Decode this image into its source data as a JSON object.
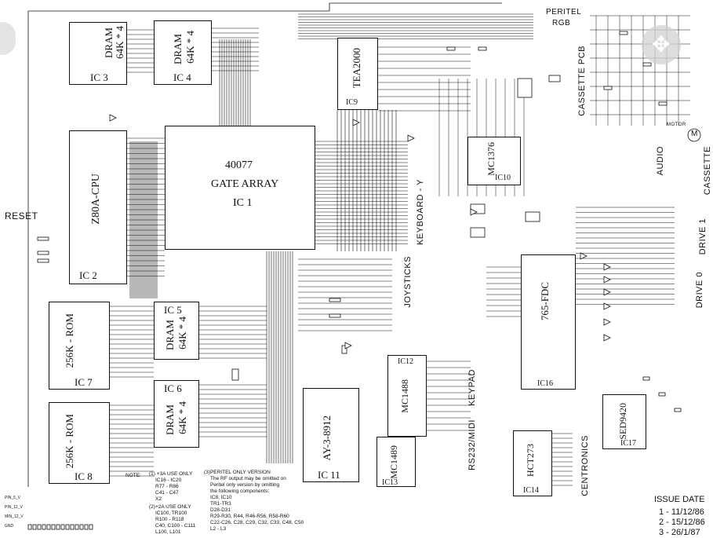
{
  "chips": [
    {
      "id": "ic3",
      "lines": [
        "DRAM",
        "64K * 4"
      ],
      "ref": "IC 3"
    },
    {
      "id": "ic4",
      "lines": [
        "DRAM",
        "64K * 4"
      ],
      "ref": "IC 4"
    },
    {
      "id": "ic2",
      "lines": [
        "Z80A-CPU"
      ],
      "ref": "IC 2"
    },
    {
      "id": "ic1",
      "lines": [
        "40077",
        "GATE ARRAY"
      ],
      "ref": "IC 1"
    },
    {
      "id": "ic9",
      "lines": [
        "TEA2000"
      ],
      "ref": "IC9"
    },
    {
      "id": "ic10",
      "lines": [
        "MC1376"
      ],
      "ref": "IC10"
    },
    {
      "id": "ic7",
      "lines": [
        "256K - ROM"
      ],
      "ref": "IC 7"
    },
    {
      "id": "ic5",
      "lines": [
        "DRAM",
        "64K * 4"
      ],
      "ref": "IC 5"
    },
    {
      "id": "ic6",
      "lines": [
        "DRAM",
        "64K * 4"
      ],
      "ref": "IC 6"
    },
    {
      "id": "ic8",
      "lines": [
        "256K - ROM"
      ],
      "ref": "IC 8"
    },
    {
      "id": "ic11",
      "lines": [
        "AY-3-8912"
      ],
      "ref": "IC 11"
    },
    {
      "id": "ic12",
      "lines": [
        "MC1488"
      ],
      "ref": "IC12"
    },
    {
      "id": "ic13",
      "lines": [
        "MC1489"
      ],
      "ref": "IC13"
    },
    {
      "id": "ic14",
      "lines": [
        "HCT273"
      ],
      "ref": "IC14"
    },
    {
      "id": "ic16",
      "lines": [
        "765-FDC"
      ],
      "ref": "IC16"
    },
    {
      "id": "ic17",
      "lines": [
        "SED9420"
      ],
      "ref": "IC17"
    }
  ],
  "labels": {
    "reset": "RESET",
    "peritel": "PERITEL",
    "rgb": "RGB",
    "cassette_pcb": "CASSETTE PCB",
    "audio": "AUDIO",
    "cassette": "CASSETTE",
    "keyboard": "KEYBOARD - Y",
    "joysticks": "JOYSTICKS",
    "drive1": "DRIVE 1",
    "drive0": "DRIVE 0",
    "keypad": "KEYPAD",
    "rs232": "RS232/MIDI",
    "centronics": "CENTRONICS",
    "motor": "MOTOR",
    "motor_symbol": "M"
  },
  "notes": {
    "note_title": "NOTE:",
    "note1": [
      "(1)  +3A USE ONLY",
      "IC16 - IC20",
      "R77 - R86",
      "C41 - C47",
      "X2"
    ],
    "note2": [
      "(2)+2A USE ONLY",
      "IC100, TR100",
      "R100 - R118",
      "C40, C100 - C111",
      "L100, L101"
    ],
    "note3": [
      "(3)PERITEL ONLY VERSION",
      "The RF output may be omitted on",
      "Peritel only version by omitting",
      "the following components:",
      "IC8, IC10",
      "TR1-TR3",
      "D28-D31",
      "R29-R30, R44, R46-R56, R58-R60",
      "C22-C26, C28, C29, C32, C33, C48, C50",
      "L2 - L3"
    ]
  },
  "issue": {
    "title": "ISSUE DATE",
    "entries": [
      "1 - 11/12/86",
      "2 - 15/12/86",
      "3 - 26/1/87"
    ]
  },
  "power": [
    "PIN_5_V",
    "PIN_12_V",
    "MIN_12_V",
    "GND"
  ]
}
